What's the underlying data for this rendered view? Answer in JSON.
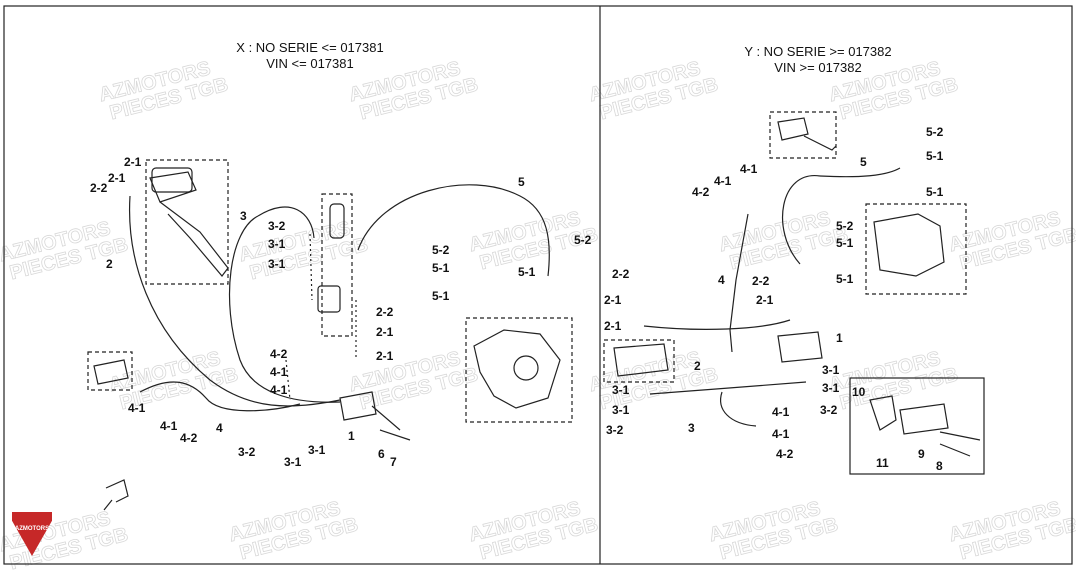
{
  "panel_x": {
    "line1": "X : NO SERIE <= 017381",
    "line2": "VIN <= 017381"
  },
  "panel_y": {
    "line1": "Y : NO SERIE >= 017382",
    "line2": "VIN >= 017382"
  },
  "watermark": {
    "line1": "AZMOTORS",
    "line2": "PIECES TGB"
  },
  "logo": {
    "text": "AZMOTORS"
  },
  "labels_x": [
    "2-1",
    "2-2",
    "2-1",
    "2",
    "3",
    "3-2",
    "3-1",
    "3-1",
    "5",
    "5-2",
    "5-1",
    "5-1",
    "5-2",
    "5-1",
    "2-2",
    "2-1",
    "2-1",
    "4-2",
    "4-1",
    "4-1",
    "4-1",
    "4-1",
    "4-2",
    "4",
    "3-2",
    "3-1",
    "3-1",
    "1",
    "6",
    "7"
  ],
  "labels_y": [
    "5-2",
    "5-1",
    "5",
    "5-1",
    "4-1",
    "4-2",
    "4-1",
    "5-2",
    "5-1",
    "5-1",
    "4",
    "2-2",
    "2-1",
    "2-2",
    "2-1",
    "2-1",
    "2",
    "1",
    "3-1",
    "3-1",
    "3-2",
    "3-1",
    "3-1",
    "3-2",
    "3",
    "4-1",
    "4-1",
    "4-2",
    "10",
    "11",
    "9",
    "8"
  ]
}
